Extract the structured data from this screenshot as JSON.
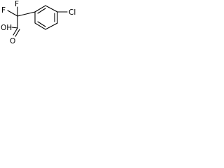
{
  "molecule": {
    "atoms": {
      "fluorine_top": "F",
      "fluorine_left": "F",
      "chlorine": "Cl",
      "hydroxyl": "OH",
      "carbonyl_oxygen": "O"
    }
  }
}
